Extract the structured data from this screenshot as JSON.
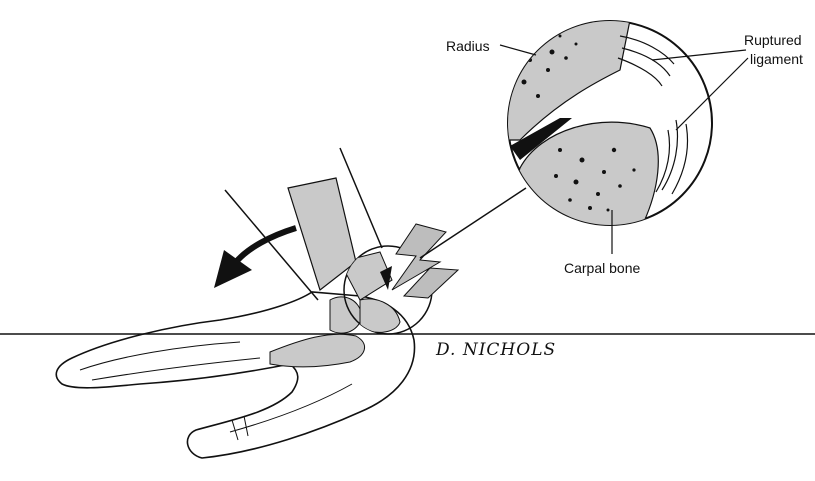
{
  "labels": {
    "radius": "Radius",
    "ruptured_line1": "Ruptured",
    "ruptured_line2": "ligament",
    "carpal_bone": "Carpal bone"
  },
  "signature": "D. NICHOLS",
  "colors": {
    "ink": "#111111",
    "bone_fill": "#c9c9c9",
    "flash_fill": "#bdbdbd",
    "background": "#ffffff"
  },
  "icons": {
    "direction_arrow": "curved-arrow-icon",
    "injury_flash": "lightning-bolt-icon"
  }
}
